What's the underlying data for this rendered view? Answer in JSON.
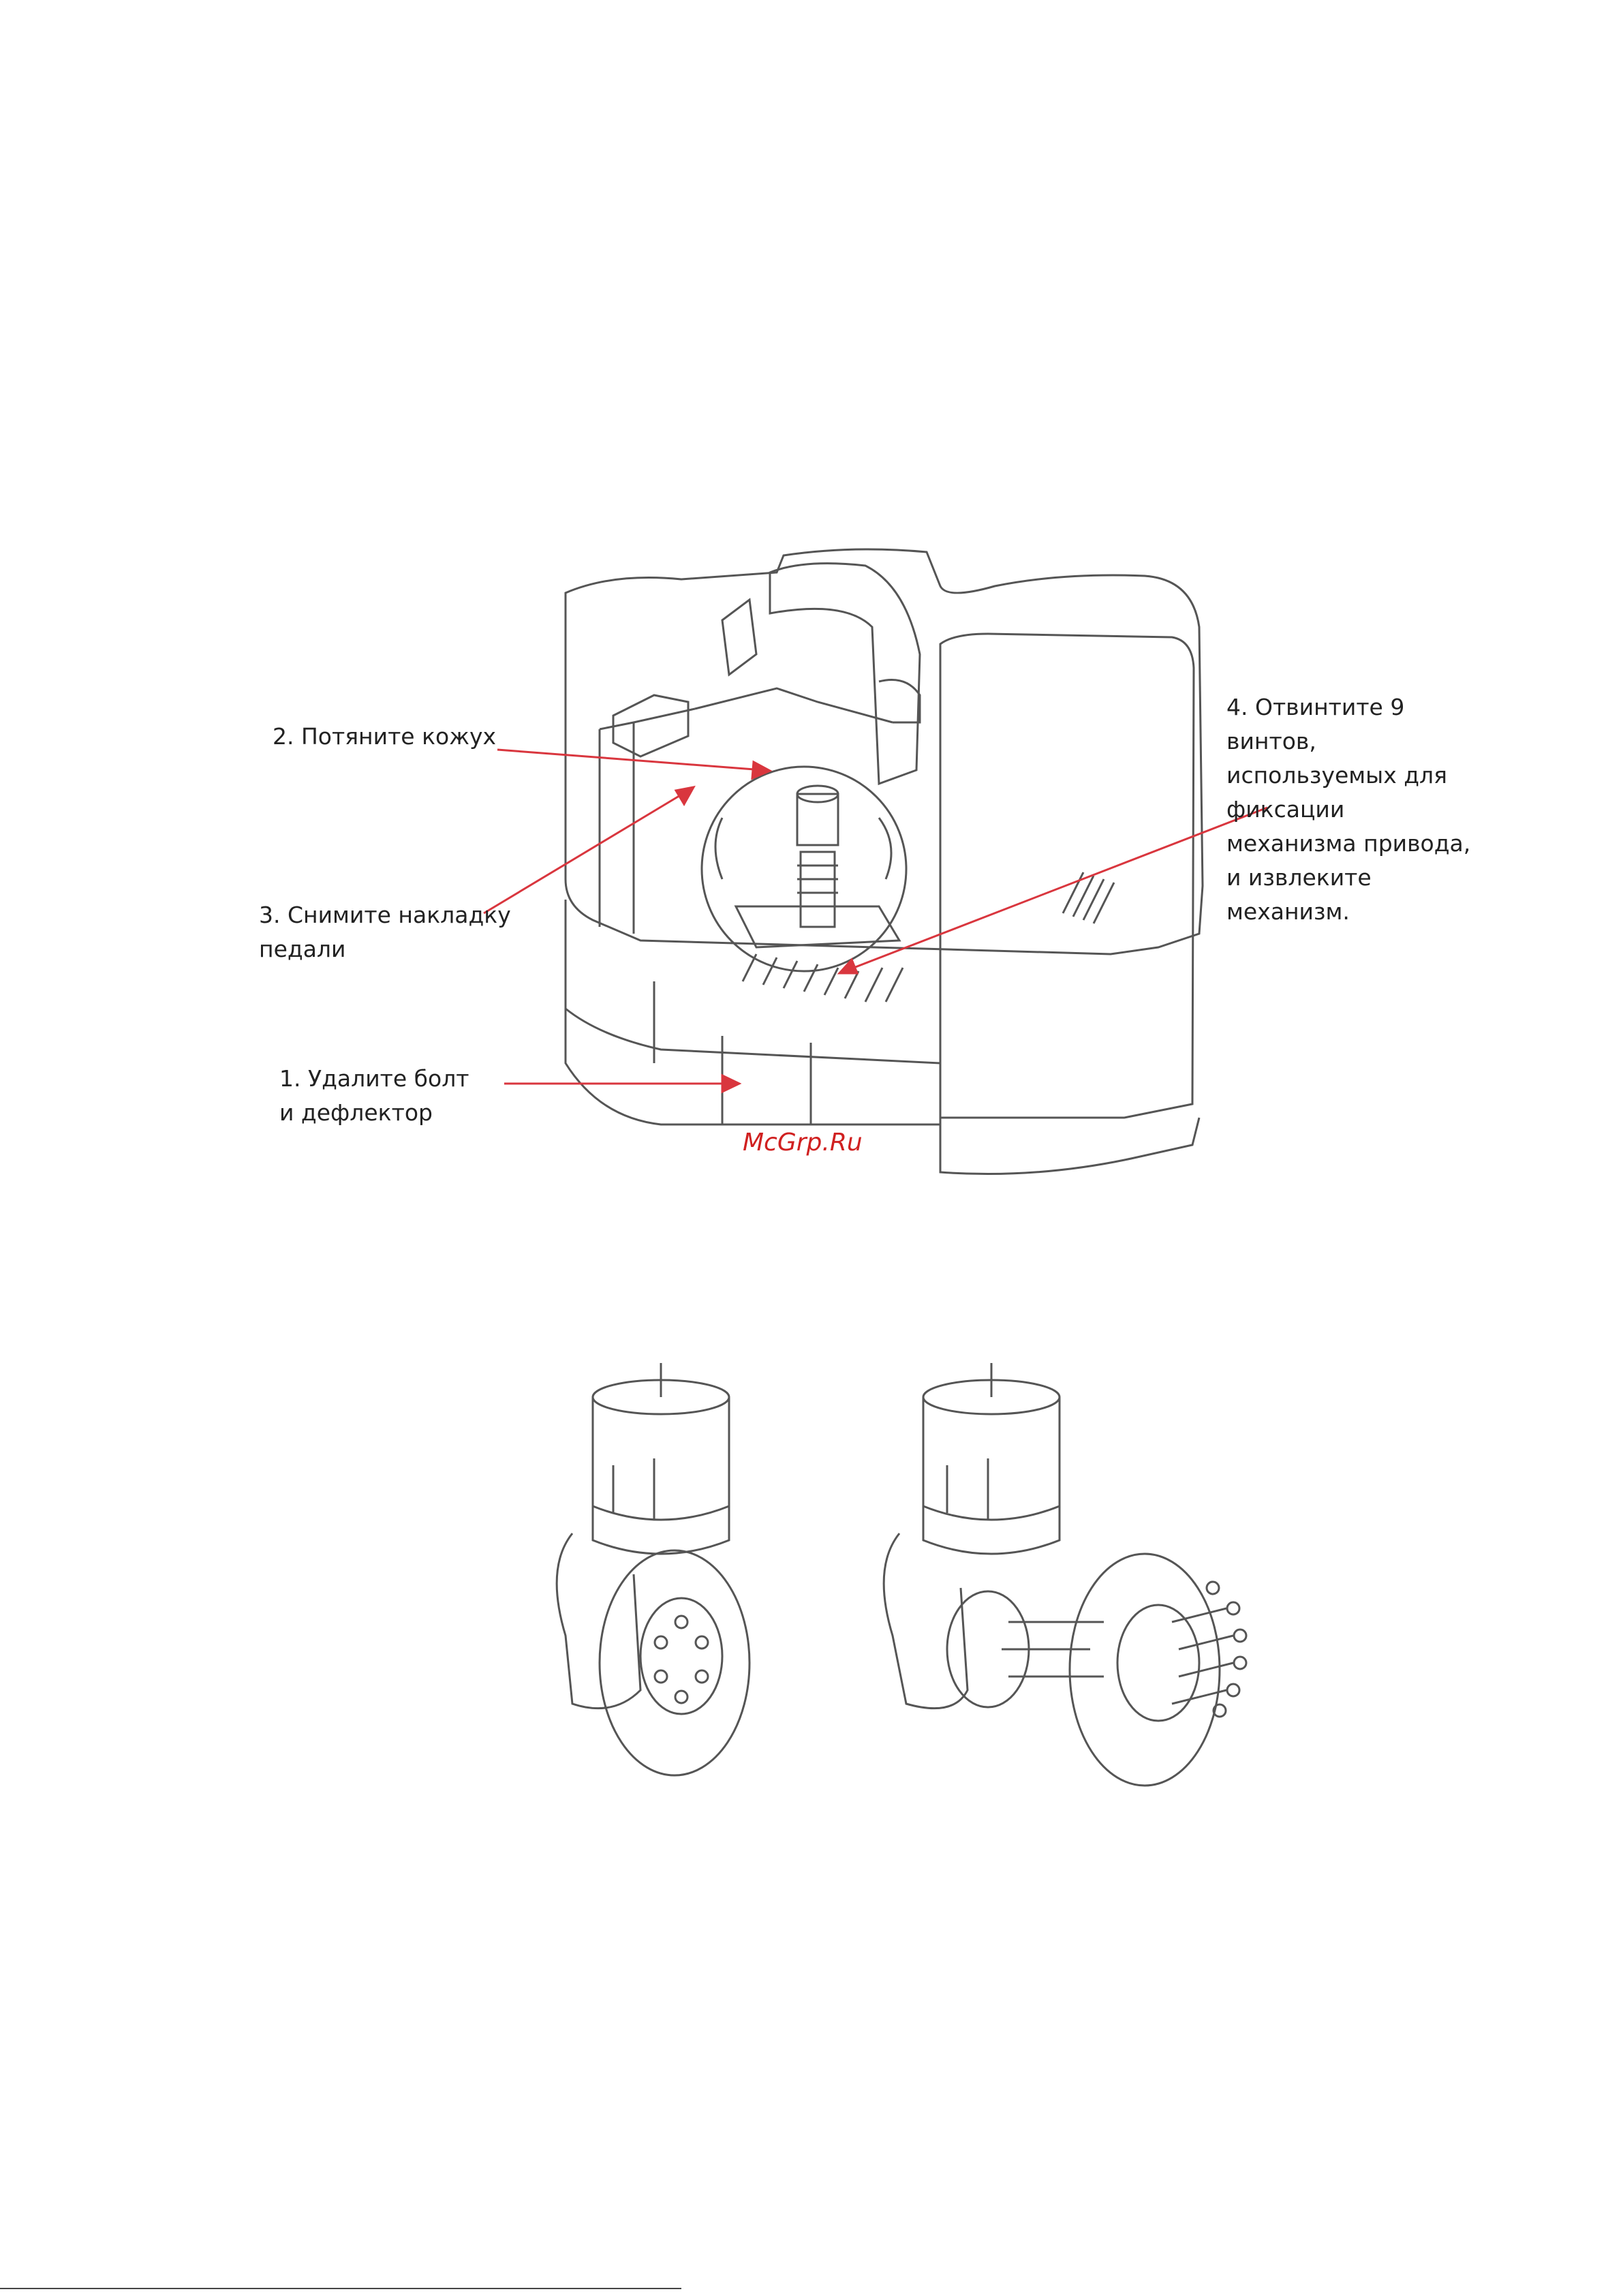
{
  "callouts": {
    "step1": "1. Удалите болт\nи дефлектор",
    "step2": "2. Потяните кожух",
    "step3": "3. Снимите накладку\nпедали",
    "step4": "4. Отвинтите 9\nвинтов,\nиспользуемых для\nфиксации\nмеханизма привода,\nи извлеките\nмеханизм."
  },
  "watermark": "McGrp.Ru",
  "colors": {
    "arrow": "#d9363e",
    "line": "#555555",
    "watermark": "#d02020"
  }
}
